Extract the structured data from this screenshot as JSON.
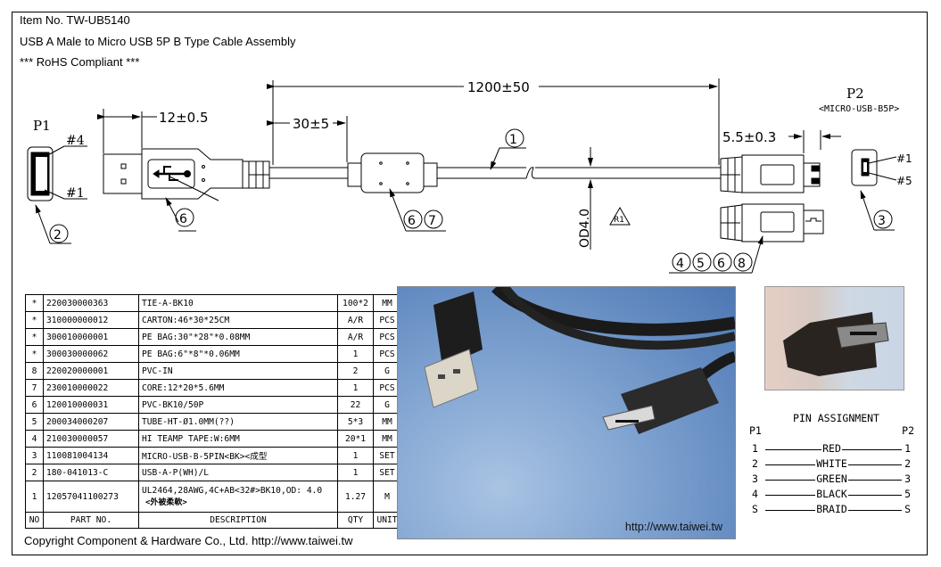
{
  "header": {
    "item_no": "Item No. TW-UB5140",
    "title": "USB A Male to Micro USB 5P B Type Cable Assembly",
    "compliance": "*** RoHS Compliant ***"
  },
  "drawing": {
    "p1_label": "P1",
    "p1_pin_top": "#4",
    "p1_pin_bottom": "#1",
    "p2_label": "P2",
    "p2_sublabel": "<MICRO-USB-B5P>",
    "p2_pin_top": "#1",
    "p2_pin_bottom": "#5",
    "dim_plug_length": "12±0.5",
    "dim_total_length": "1200±50",
    "dim_core_offset": "30±5",
    "dim_micro_length": "5.5±0.3",
    "dim_od": "OD4.0",
    "revision_mark": "R1",
    "callouts": {
      "p1_face": [
        "2"
      ],
      "usb_a_plug": [
        "6"
      ],
      "ferrite_core": [
        "6",
        "7"
      ],
      "cable": [
        "1"
      ],
      "micro_plug": [
        "4",
        "5",
        "6",
        "8"
      ],
      "p2_face": [
        "3"
      ]
    }
  },
  "bom": {
    "columns": [
      "NO",
      "PART NO.",
      "DESCRIPTION",
      "QTY",
      "UNIT"
    ],
    "rows": [
      {
        "no": "*",
        "part_no": "220030000363",
        "description": "TIE-A-BK10",
        "qty": "100*2",
        "unit": "MM"
      },
      {
        "no": "*",
        "part_no": "310000000012",
        "description": "CARTON:46*30*25CM",
        "qty": "A/R",
        "unit": "PCS"
      },
      {
        "no": "*",
        "part_no": "300010000001",
        "description": "PE BAG:30\"*28\"*0.08MM",
        "qty": "A/R",
        "unit": "PCS"
      },
      {
        "no": "*",
        "part_no": "300030000062",
        "description": "PE BAG:6\"*8\"*0.06MM",
        "qty": "1",
        "unit": "PCS"
      },
      {
        "no": "8",
        "part_no": "220020000001",
        "description": "PVC-IN",
        "qty": "2",
        "unit": "G"
      },
      {
        "no": "7",
        "part_no": "230010000022",
        "description": "CORE:12*20*5.6MM",
        "qty": "1",
        "unit": "PCS"
      },
      {
        "no": "6",
        "part_no": "120010000031",
        "description": "PVC-BK10/50P",
        "qty": "22",
        "unit": "G"
      },
      {
        "no": "5",
        "part_no": "200034000207",
        "description": "TUBE-HT-Ø1.0MM(??)",
        "qty": "5*3",
        "unit": "MM"
      },
      {
        "no": "4",
        "part_no": "210030000057",
        "description": "HI TEAMP TAPE:W:6MM",
        "qty": "20*1",
        "unit": "MM"
      },
      {
        "no": "3",
        "part_no": "110081004134",
        "description": "MICRO-USB-B-5PIN<BK><成型",
        "qty": "1",
        "unit": "SET"
      },
      {
        "no": "2",
        "part_no": "180-041013-C",
        "description": "USB-A-P(WH)/L",
        "qty": "1",
        "unit": "SET"
      },
      {
        "no": "1",
        "part_no": "12057041100273",
        "description": "UL2464,28AWG,4C+AB<32#>BK10,OD: 4.0",
        "description_sub": "<外被柔軟>",
        "qty": "1.27",
        "unit": "M"
      }
    ]
  },
  "photos": {
    "main_watermark": "http://www.taiwei.tw"
  },
  "pin_assignment": {
    "title": "PIN ASSIGNMENT",
    "left_header": "P1",
    "right_header": "P2",
    "rows": [
      {
        "p1": "1",
        "color": "RED",
        "p2": "1"
      },
      {
        "p1": "2",
        "color": "WHITE",
        "p2": "2"
      },
      {
        "p1": "3",
        "color": "GREEN",
        "p2": "3"
      },
      {
        "p1": "4",
        "color": "BLACK",
        "p2": "5"
      },
      {
        "p1": "S",
        "color": "BRAID",
        "p2": "S"
      }
    ]
  },
  "footer": {
    "copyright": "Copyright Component & Hardware Co., Ltd.  http://www.taiwei.tw"
  }
}
